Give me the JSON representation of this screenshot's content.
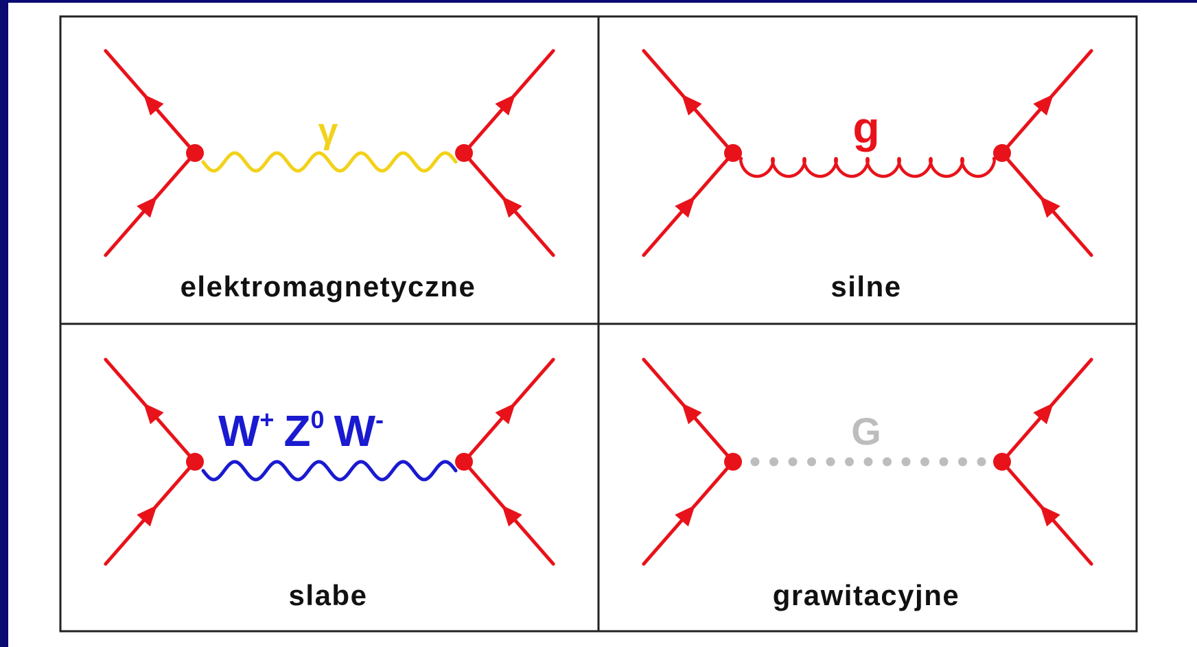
{
  "colors": {
    "background": "#ffffff",
    "frame_bar": "#0a0a72",
    "border": "#222222",
    "fermion": "#e8121a",
    "photon": "#f2d21a",
    "gluon": "#e8121a",
    "weak_boson": "#1a1ad0",
    "graviton": "#bdbdbd",
    "label": "#111111"
  },
  "cells": [
    {
      "id": "electromagnetic",
      "label": "elektromagnetyczne",
      "boson": "γ",
      "boson_icon": "photon-wavy-line"
    },
    {
      "id": "strong",
      "label": "silne",
      "boson": "g",
      "boson_icon": "gluon-curly-line"
    },
    {
      "id": "weak",
      "label": "slabe",
      "boson_main": [
        "W",
        "Z",
        "W"
      ],
      "boson_sup": [
        "+",
        "0",
        "-"
      ],
      "boson_icon": "weak-boson-wavy-line"
    },
    {
      "id": "gravitational",
      "label": "grawitacyjne",
      "boson": "G",
      "boson_icon": "graviton-dotted-line"
    }
  ]
}
